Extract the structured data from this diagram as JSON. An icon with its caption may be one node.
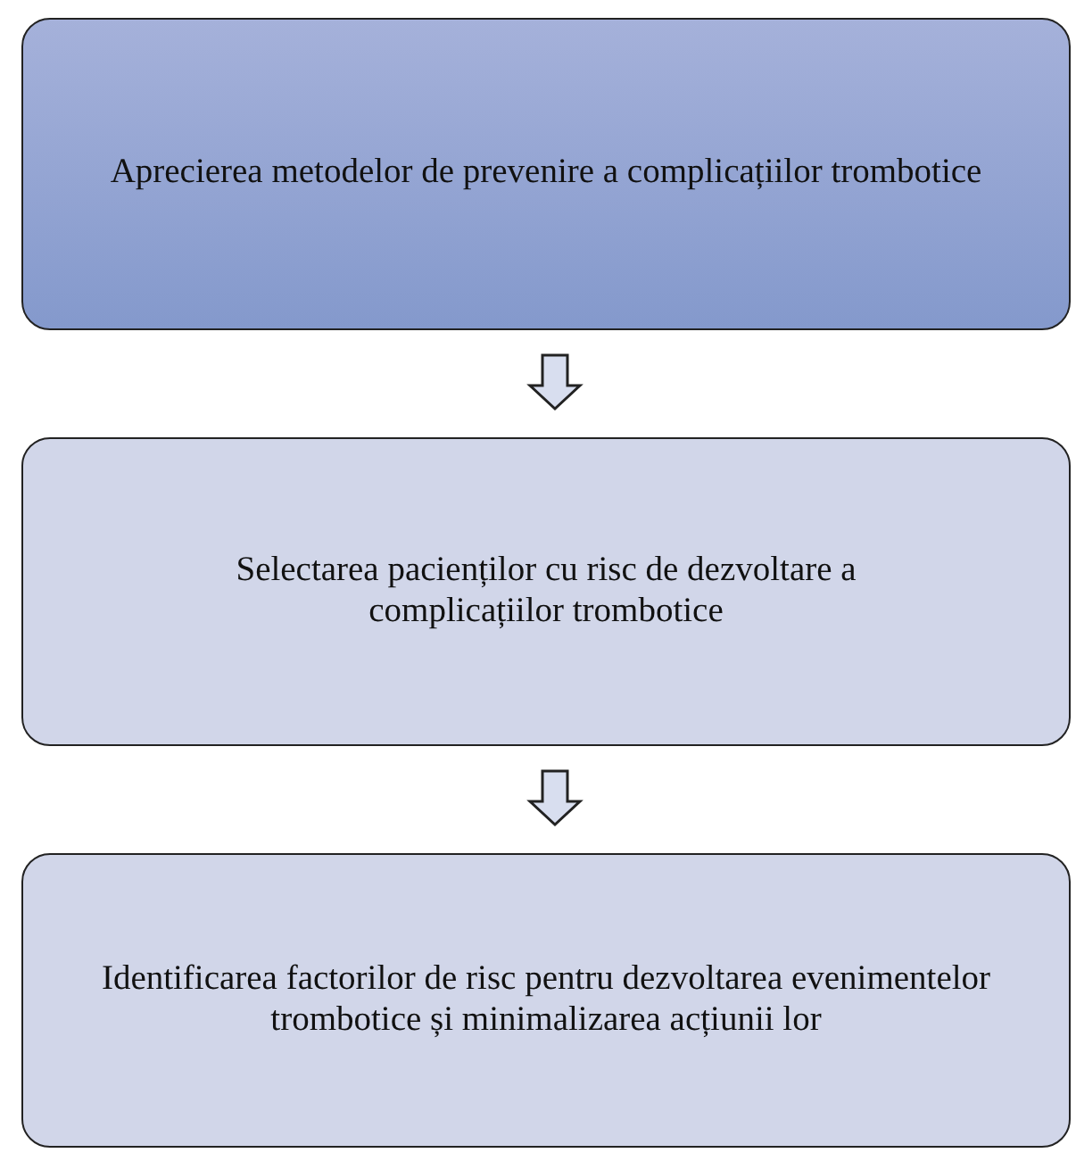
{
  "diagram": {
    "nodes": [
      {
        "text": [
          "Aprecierea metodelor de prevenire a complicațiilor trombotice"
        ]
      },
      {
        "text": [
          "Selectarea pacienților cu risc de dezvoltare a complicațiilor trombotice"
        ]
      },
      {
        "text": [
          "Identificarea factorilor de risc pentru dezvoltarea evenimentelor trombotice și minimalizarea acțiunii lor"
        ]
      }
    ],
    "edges": [
      {
        "from": 0,
        "to": 1,
        "arrow": "to"
      },
      {
        "from": 1,
        "to": 2,
        "arrow": "to"
      }
    ]
  }
}
